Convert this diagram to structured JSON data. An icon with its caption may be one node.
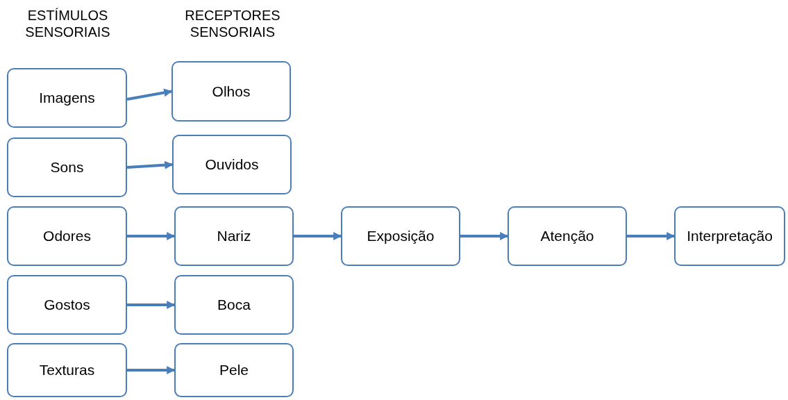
{
  "diagram": {
    "nodes": [
      {
        "text": [
          "Imagens"
        ]
      },
      {
        "text": [
          "Olhos"
        ]
      },
      {
        "text": [
          "Sons"
        ]
      },
      {
        "text": [
          "Ouvidos"
        ]
      },
      {
        "text": [
          "Odores"
        ]
      },
      {
        "text": [
          "Nariz"
        ]
      },
      {
        "text": [
          "Exposição"
        ]
      },
      {
        "text": [
          "Atenção"
        ]
      },
      {
        "text": [
          "Interpretação"
        ]
      },
      {
        "text": [
          "Gostos"
        ]
      },
      {
        "text": [
          "Boca"
        ]
      },
      {
        "text": [
          "Texturas"
        ]
      },
      {
        "text": [
          "Pele"
        ]
      }
    ],
    "edges": [
      {
        "from": 0,
        "to": 1,
        "arrow": "to"
      },
      {
        "from": 2,
        "to": 3,
        "arrow": "to"
      },
      {
        "from": 4,
        "to": 5,
        "arrow": "to"
      },
      {
        "from": 5,
        "to": 6,
        "arrow": "to"
      },
      {
        "from": 6,
        "to": 7,
        "arrow": "to"
      },
      {
        "from": 7,
        "to": 8,
        "arrow": "to"
      },
      {
        "from": 9,
        "to": 10,
        "arrow": "to"
      },
      {
        "from": 11,
        "to": 12,
        "arrow": "to"
      }
    ],
    "labels": [
      "ESTÍMULOS SENSORIAIS",
      "RECEPTORES SENSORIAIS"
    ]
  }
}
